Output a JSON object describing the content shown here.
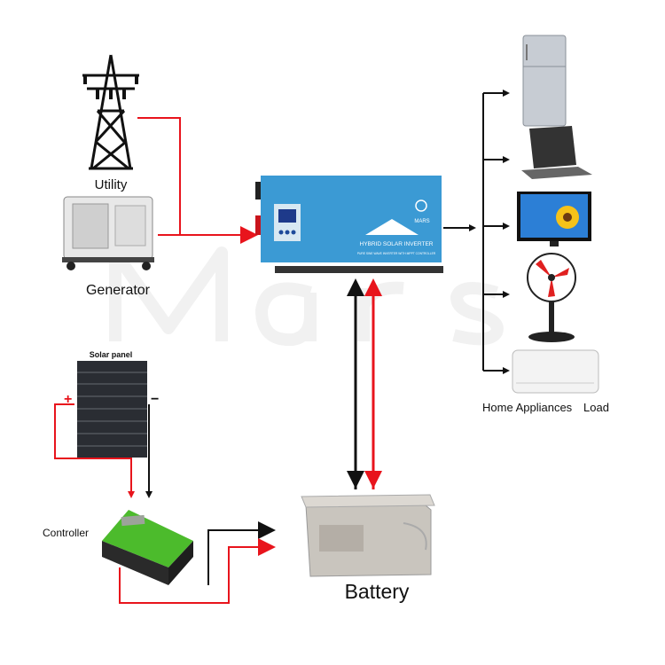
{
  "watermark": "Mars",
  "labels": {
    "utility": "Utility",
    "generator": "Generator",
    "solar_panel": "Solar panel",
    "controller": "Controller",
    "battery": "Battery",
    "home_appliances": "Home Appliances",
    "load": "Load",
    "plus": "+",
    "minus": "−"
  },
  "inverter": {
    "brand": "MARS",
    "title": "HYBRID SOLAR INVERTER",
    "subtitle": "PURE SINE WAVE INVERTER WITH MPPT CONTROLLER"
  },
  "colors": {
    "red_wire": "#e8141c",
    "black_wire": "#111111",
    "inverter_blue": "#3b9ad4",
    "controller_green": "#4cbb2c"
  }
}
